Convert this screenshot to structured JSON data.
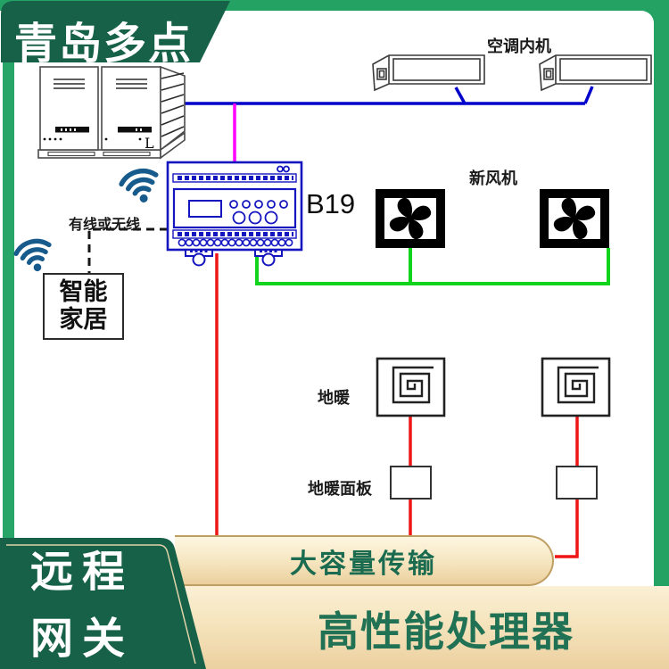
{
  "banners": {
    "top": "青岛多点",
    "bottom_left_line1": "远程",
    "bottom_left_line2": "网关"
  },
  "features": {
    "pill": "大容量传输",
    "band": "高性能处理器"
  },
  "diagram": {
    "indoor_unit_label": "空调内机",
    "fresh_air_label": "新风机",
    "link_label": "有线或无线",
    "smart_home_line1": "智能",
    "smart_home_line2": "家居",
    "floor_heating_label": "地暖",
    "floor_panel_label": "地暖面板",
    "controller_model": "B19",
    "outdoor_unit_mark": "L"
  },
  "colors": {
    "brand_green_dark": "#186149",
    "brand_green_mid": "#23a264",
    "cream_light": "#fdf6e1",
    "cream_dark": "#ecd0a0",
    "cream_border": "#bf9e62",
    "feature_text_green": "#217155",
    "wire_blue": "#0000cc",
    "wire_magenta": "#ff00ff",
    "wire_red": "#ee1616",
    "wire_green": "#13d41c",
    "device_blue": "#1515c0",
    "wifi_blue": "#175a8c"
  }
}
